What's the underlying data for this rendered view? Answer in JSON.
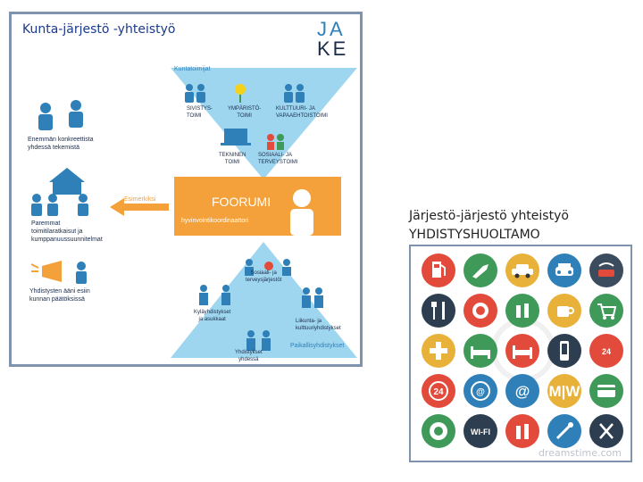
{
  "left": {
    "title": "Kunta-järjestö -yhteistyö",
    "logo_top": "JA",
    "logo_bottom": "KE",
    "kuntatoimijat": "Kuntatoimijat",
    "sivistystoimi": "SIVISTYS-\nTOIMI",
    "ymparistotoimi": "YMPÄRISTÖ-\nTOIMI",
    "kulttuuri": "KULTTUURI- JA\nVAPAAEHTOISTOIMI",
    "tekninen": "TEKNINEN\nTOIMI",
    "sosiaali": "SOSIAALI- JA\nTERVEYSTOIMI",
    "foorumi": "FOORUMI",
    "hyvinvointi": "hyvinvointikoordinaattori",
    "esimerkiksi": "Esimerkiksi",
    "enemman": "Enemmän konkreettista\nyhdessä tekemistä",
    "paremmat": "Paremmat\ntoimitilaratkaisut ja\nkumppanuussuunnitelmat",
    "yhdistysten": "Yhdistysten ääni esiin\nkunnan päätöksissä",
    "sosiaalijarj": "Sosiaali- ja\nterveysjärjestöt",
    "kylayhd": "Kyläyhdistykset\nja asukkaat",
    "liikunta": "Liikunta- ja\nkulttuuriyhdistykset",
    "paikallis": "Paikallisyhdistykset",
    "yhdistykset": "Yhdistykset\nyhdessä"
  },
  "right": {
    "title1": "Järjestö-järjestö yhteistyö",
    "title2": "YHDISTYSHUOLTAMO",
    "watermark": "dreamstime.com",
    "icon_texts": [
      "24",
      "24",
      "@",
      "@",
      "M|W",
      "WI-FI"
    ],
    "icons": [
      {
        "name": "fuel-pump-icon",
        "color": "#e24b3c"
      },
      {
        "name": "fuel-nozzle-icon",
        "color": "#3f9a5a"
      },
      {
        "name": "car-side-icon",
        "color": "#e8b23a"
      },
      {
        "name": "car-front-icon",
        "color": "#2f80b8"
      },
      {
        "name": "car-wash-icon",
        "color": "#3b4c5e"
      },
      {
        "name": "cutlery-icon",
        "color": "#2d3e50"
      },
      {
        "name": "plate-icon",
        "color": "#e24b3c"
      },
      {
        "name": "bottles-icon",
        "color": "#3f9a5a"
      },
      {
        "name": "coffee-cup-icon",
        "color": "#e8b23a"
      },
      {
        "name": "shopping-cart-icon",
        "color": "#3f9a5a"
      },
      {
        "name": "first-aid-icon",
        "color": "#e8b23a"
      },
      {
        "name": "hotel-bed-icon",
        "color": "#3f9a5a"
      },
      {
        "name": "bed-icon",
        "color": "#e24b3c"
      },
      {
        "name": "phone-icon",
        "color": "#2d3e50"
      },
      {
        "name": "restroom-icon",
        "color": "#e24b3c"
      },
      {
        "name": "24h-icon",
        "color": "#e24b3c"
      },
      {
        "name": "24h-icon",
        "color": "#2f80b8"
      },
      {
        "name": "at-sign-icon",
        "color": "#2f80b8"
      },
      {
        "name": "at-sign-icon",
        "color": "#e8b23a"
      },
      {
        "name": "credit-card-icon",
        "color": "#3f9a5a"
      },
      {
        "name": "tire-icon",
        "color": "#3f9a5a"
      },
      {
        "name": "wifi-icon",
        "color": "#2d3e50"
      },
      {
        "name": "oil-bottles-icon",
        "color": "#e24b3c"
      },
      {
        "name": "wrench-icon",
        "color": "#2f80b8"
      },
      {
        "name": "tools-icon",
        "color": "#2d3e50"
      }
    ]
  }
}
